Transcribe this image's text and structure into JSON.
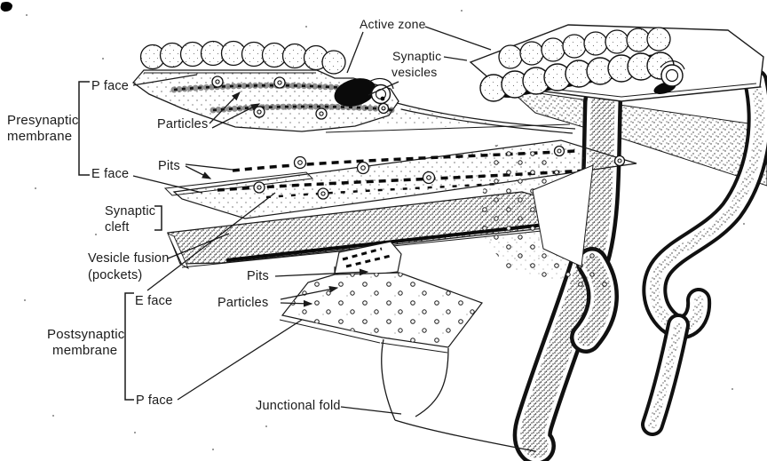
{
  "figure": {
    "labels": {
      "active_zone": "Active zone",
      "synaptic_vesicles": {
        "line1": "Synaptic",
        "line2": "vesicles"
      },
      "p_face_top": "P face",
      "particles_top": "Particles",
      "presynaptic_membrane": {
        "line1": "Presynaptic",
        "line2": "membrane"
      },
      "pits_top": "Pits",
      "e_face_top": "E face",
      "synaptic_cleft": {
        "line1": "Synaptic",
        "line2": "cleft"
      },
      "vesicle_fusion": {
        "line1": "Vesicle fusion",
        "line2": "(pockets)"
      },
      "pits_bottom": "Pits",
      "particles_bottom": "Particles",
      "e_face_bottom": "E face",
      "postsynaptic_membrane": {
        "line1": "Postsynaptic",
        "line2": "membrane"
      },
      "p_face_bottom": "P face",
      "junctional_fold": "Junctional fold"
    },
    "colors": {
      "ink": "#1b1b1b",
      "paper": "#ffffff",
      "black_fill": "#0a0a0a"
    }
  }
}
